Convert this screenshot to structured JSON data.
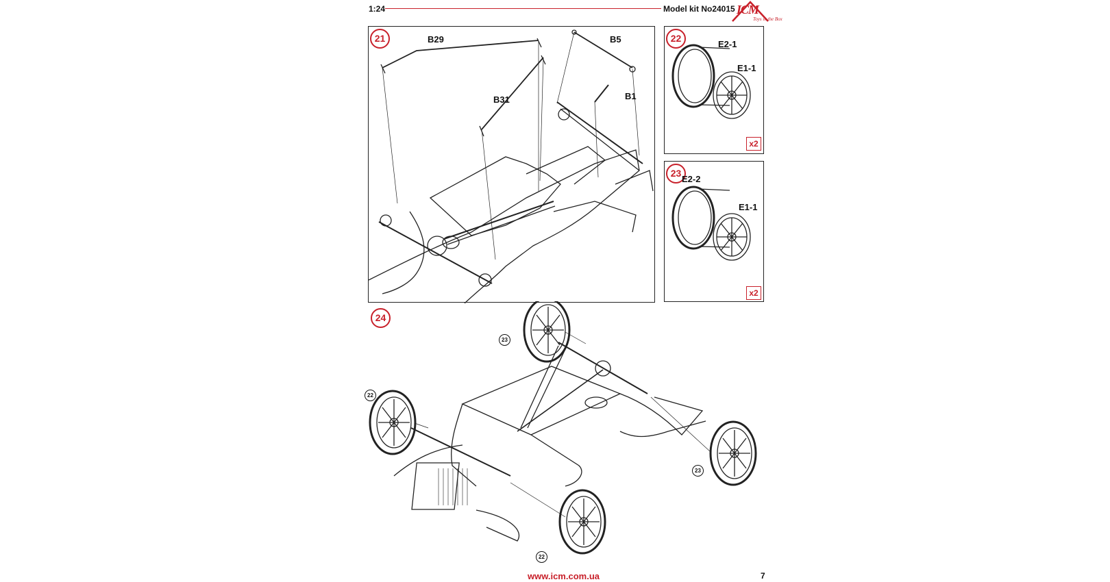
{
  "header": {
    "scale": "1:24",
    "kit_number": "Model kit No24015",
    "logo_text": "ICM",
    "logo_tagline": "Toys in the Box"
  },
  "steps": [
    {
      "number": "21",
      "parts": [
        "B29",
        "B5",
        "B31",
        "B1"
      ]
    },
    {
      "number": "22",
      "parts": [
        "E2-1",
        "E1-1"
      ],
      "quantity": "x2"
    },
    {
      "number": "23",
      "parts": [
        "E2-2",
        "E1-1"
      ],
      "quantity": "x2"
    },
    {
      "number": "24",
      "wheel_refs": [
        "23",
        "22",
        "23",
        "22"
      ]
    }
  ],
  "footer": {
    "url": "www.icm.com.ua",
    "page_number": "7"
  },
  "colors": {
    "accent": "#c8202a",
    "line": "#222222"
  }
}
